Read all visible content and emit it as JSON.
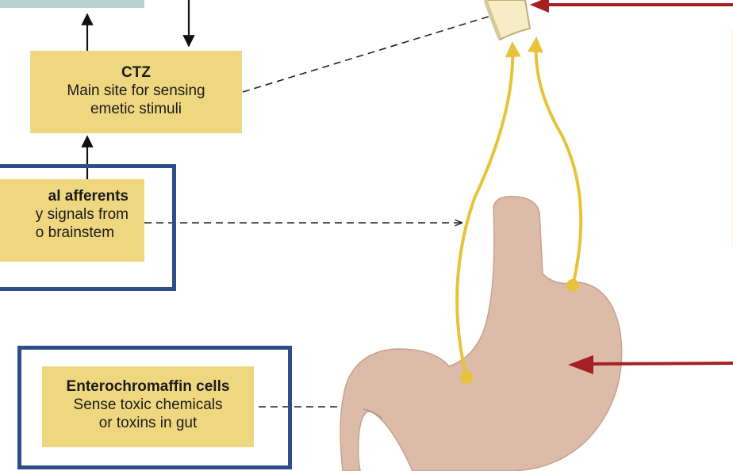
{
  "boxes": {
    "ctz": {
      "title": "CTZ",
      "line1": "Main site for sensing",
      "line2": "emetic stimuli"
    },
    "vagal": {
      "title": "al afferents",
      "line1": "y signals from",
      "line2": "o brainstem"
    },
    "enterochromaffin": {
      "title": "Enterochromaffin cells",
      "line1": "Sense toxic chemicals",
      "line2": "or toxins in gut"
    }
  },
  "colors": {
    "box_fill": "#efd77f",
    "frame_blue": "#2f4d8c",
    "nerve_yellow": "#e8c33a",
    "stomach_fill": "#dcbba8",
    "arrow_red": "#a51f24",
    "top_bar_teal": "#b7d1cc",
    "right_panel": "#fdf9df"
  }
}
